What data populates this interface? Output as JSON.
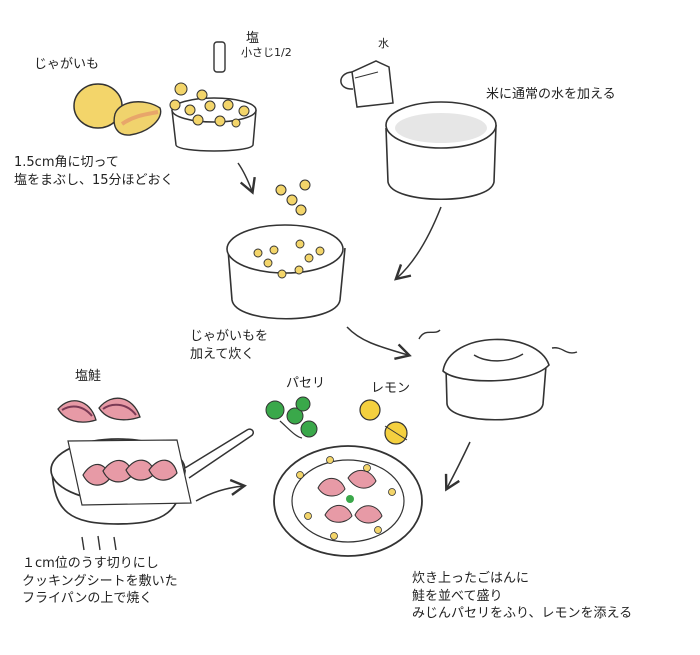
{
  "labels": {
    "potato": "じゃがいも",
    "salt": "塩",
    "salt_amount": "小さじ1/2",
    "water": "水",
    "water_step": "米に通常の水を加える",
    "potato_step": "1.5cm角に切って\n塩をまぶし、15分ほどおく",
    "add_potato": "じゃがいもを\n加えて炊く",
    "salted_salmon": "塩鮭",
    "parsley": "パセリ",
    "lemon": "レモン",
    "salmon_step": "１cm位のうす切りにし\nクッキングシートを敷いた\nフライパンの上で焼く",
    "finish_step": "炊き上ったごはんに\n鮭を並べて盛り\nみじんパセリをふり、レモンを添える"
  },
  "colors": {
    "ink": "#222222",
    "potato": "#f3d56a",
    "potato_shade": "#e8a66a",
    "salmon": "#e79aa6",
    "salmon_dark": "#7a3a55",
    "parsley": "#3aa84a",
    "lemon": "#f4d03f"
  }
}
